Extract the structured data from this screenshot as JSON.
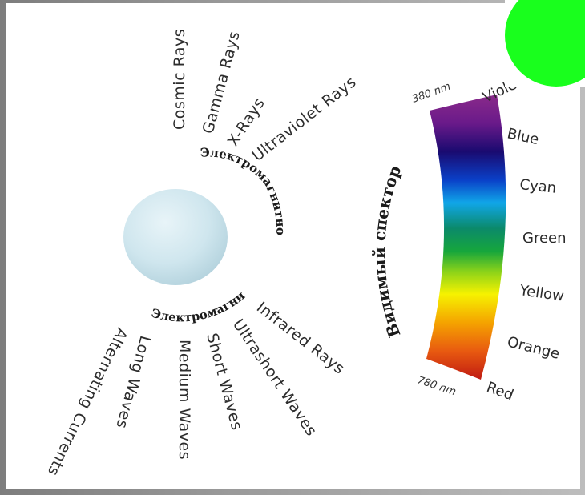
{
  "rays": {
    "cosmic": "Cosmic Rays",
    "gamma": "Gamma Rays",
    "xray": "X-Rays",
    "ultraviolet": "Ultraviolet Rays",
    "infrared": "Infrared Rays",
    "ultrashort": "Ultrashort Waves",
    "short": "Short Waves",
    "medium": "Medium Waves",
    "long": "Long Waves",
    "alternating": "Alternating Currents"
  },
  "arc_label_upper": "Электромагнитное излучение",
  "arc_label_lower": "Электромагнитное излучение",
  "spectrum": {
    "title": "Видимый спектор",
    "nm_top": "380 nm",
    "nm_bottom": "780 nm",
    "colors": [
      "Violet",
      "Blue",
      "Cyan",
      "Green",
      "Yellow",
      "Orange",
      "Red"
    ]
  },
  "colors": {
    "sphere": "#cfe6ee",
    "green_disc": "#19ff1d"
  }
}
